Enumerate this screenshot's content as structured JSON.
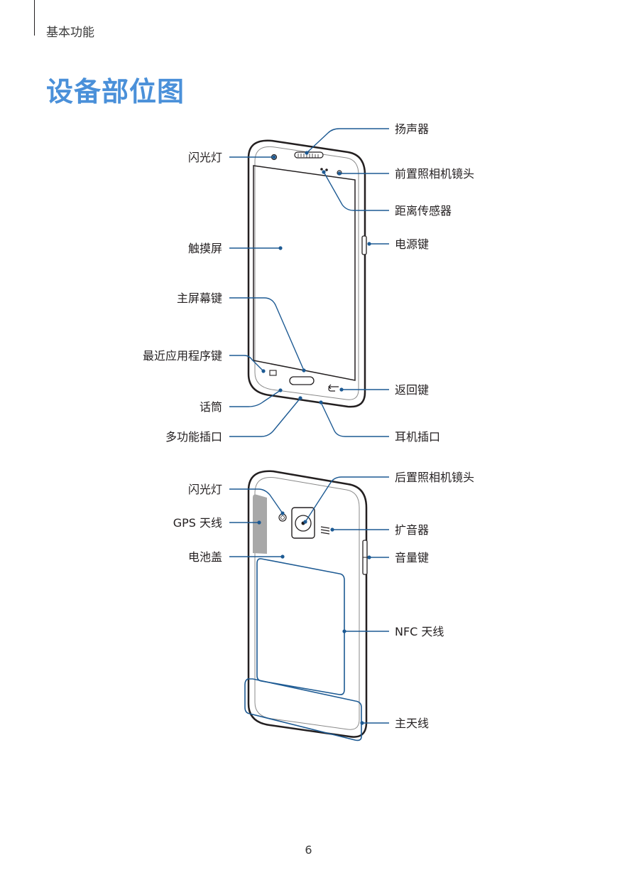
{
  "header": {
    "section": "基本功能"
  },
  "title": "设备部位图",
  "page_number": "6",
  "front_labels": {
    "flash": "闪光灯",
    "speaker": "扬声器",
    "front_camera": "前置照相机镜头",
    "proximity_sensor": "距离传感器",
    "touchscreen": "触摸屏",
    "power_key": "电源键",
    "home_key": "主屏幕键",
    "recent_apps_key": "最近应用程序键",
    "back_key": "返回键",
    "microphone": "话筒",
    "multipurpose_jack": "多功能插口",
    "earphone_jack": "耳机插口"
  },
  "back_labels": {
    "flash": "闪光灯",
    "rear_camera": "后置照相机镜头",
    "gps_antenna": "GPS 天线",
    "loudspeaker": "扩音器",
    "battery_cover": "电池盖",
    "volume_key": "音量键",
    "nfc_antenna": "NFC 天线",
    "main_antenna": "主天线"
  }
}
